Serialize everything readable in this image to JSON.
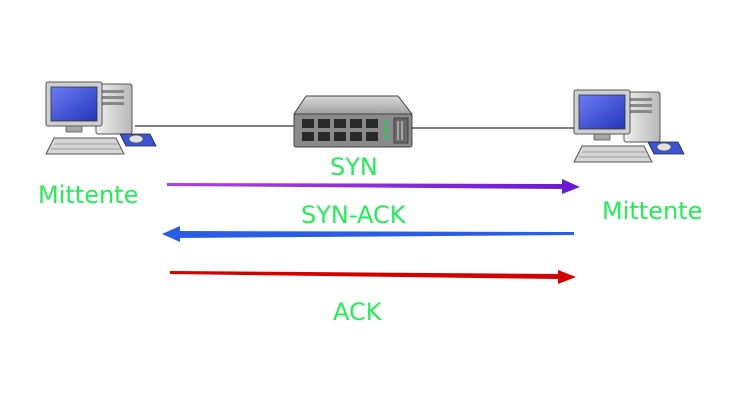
{
  "nodes": {
    "left_label": "Mittente",
    "right_label": "Mittente"
  },
  "messages": [
    {
      "label": "SYN",
      "direction": "right",
      "color": "#8a2be2"
    },
    {
      "label": "SYN-ACK",
      "direction": "left",
      "color": "#2a5ce6"
    },
    {
      "label": "ACK",
      "direction": "right",
      "color": "#d40000"
    }
  ],
  "colors": {
    "label_text": "#22ee55",
    "link_line": "#333333",
    "monitor_screen": "#3a4fd6",
    "switch_body": "#8a8a8a"
  },
  "icons": [
    "computer-icon",
    "computer-icon",
    "network-switch-icon"
  ]
}
